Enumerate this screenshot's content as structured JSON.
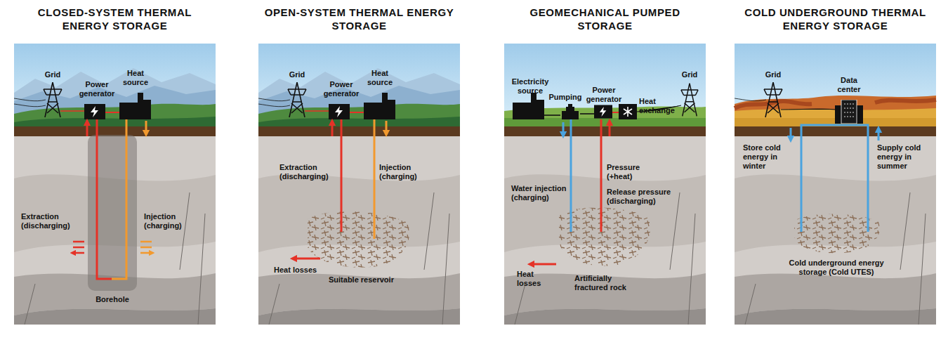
{
  "diagram": {
    "nodes": [
      {
        "text": [
          "CLOSED-SYSTEM THERMAL ENERGY STORAGE"
        ]
      },
      {
        "text": [
          "OPEN-SYSTEM THERMAL ENERGY STORAGE"
        ]
      },
      {
        "text": [
          "GEOMECHANICAL PUMPED STORAGE"
        ]
      },
      {
        "text": [
          "COLD UNDERGROUND THERMAL ENERGY STORAGE"
        ]
      }
    ],
    "labels": [
      "Grid",
      "Power generator",
      "Heat source",
      "Extraction (discharging)",
      "Injection (charging)",
      "Borehole",
      "Grid",
      "Power generator",
      "Heat source",
      "Extraction (discharging)",
      "Injection (charging)",
      "Heat losses",
      "Suitable reservoir",
      "Electricity source",
      "Pumping",
      "Power generator",
      "Grid",
      "Heat exchange",
      "Water injection (charging)",
      "Pressure (+heat)",
      "Release pressure (discharging)",
      "Heat losses",
      "Artificially fractured rock",
      "Grid",
      "Data center",
      "Store cold energy in winter",
      "Supply cold energy in summer",
      "Cold underground energy storage (Cold UTES)"
    ]
  }
}
